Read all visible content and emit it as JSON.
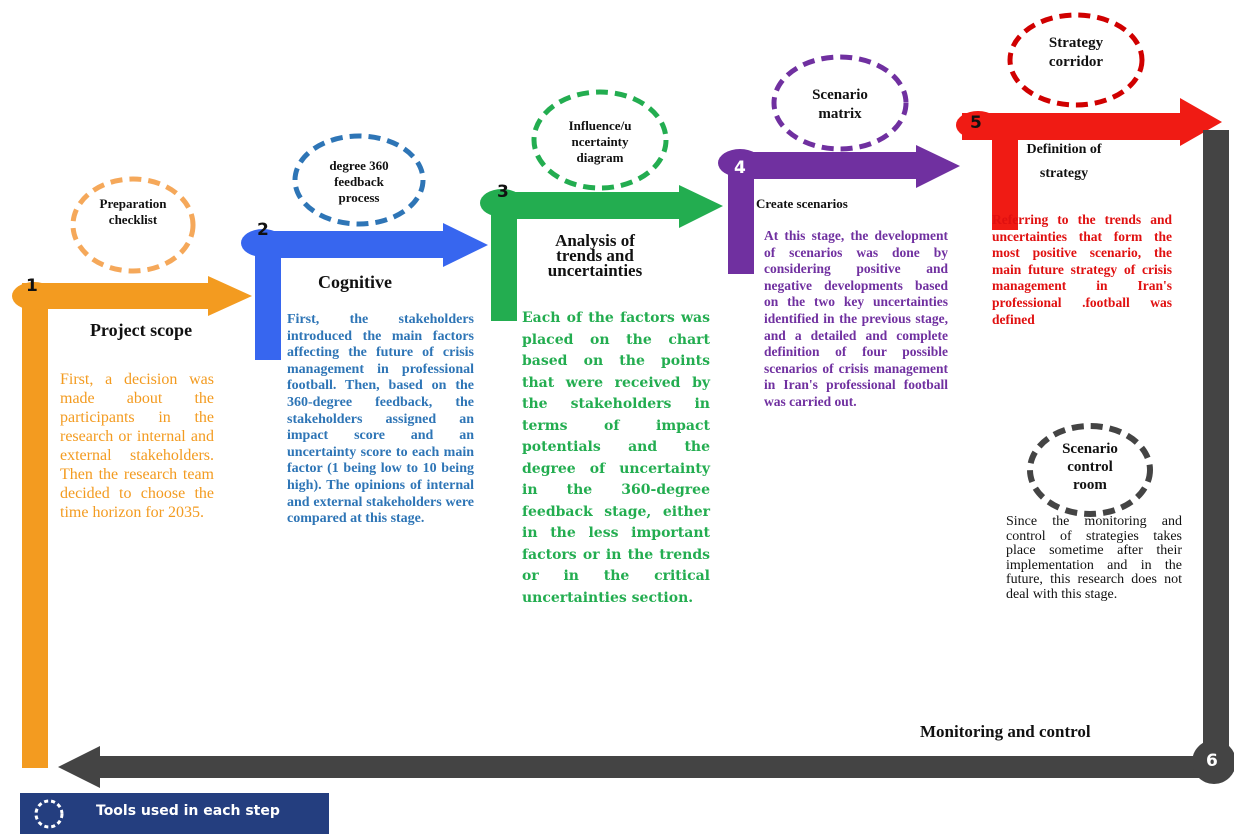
{
  "steps": [
    {
      "number": "1",
      "title": "Project scope",
      "tool": "Preparation\nchecklist",
      "color": "#f39b20",
      "text": "First, a decision was made about the participants in the research or internal and external stakeholders. Then the research team decided to choose the time horizon for 2035."
    },
    {
      "number": "2",
      "title": "Cognitive",
      "tool": "degree 360\nfeedback\nprocess",
      "color": "#3766ef",
      "text": "First, the stakeholders introduced the main factors affecting the future of crisis management in professional football. Then, based on the 360-degree feedback, the stakeholders assigned an impact score and an uncertainty score to each main factor (1 being low to 10 being high). The opinions of internal and external stakeholders were compared at this stage."
    },
    {
      "number": "3",
      "title": "Analysis of\ntrends and\nuncertainties",
      "tool": "Influence/u\nncertainty\ndiagram",
      "color": "#23ad50",
      "text": "Each of the factors was placed on the chart based on the points that were received by the stakeholders in terms of impact potentials and the degree of uncertainty in the 360-degree feedback stage, either in the less important factors or in the trends or in the critical uncertainties section."
    },
    {
      "number": "4",
      "title": "Create scenarios",
      "tool": "Scenario\nmatrix",
      "color": "#7030a0",
      "text": "At this stage, the development of scenarios was done by considering positive and negative developments based on the two key uncertainties identified in the previous stage, and a detailed and complete definition of four possible scenarios of crisis management in Iran's professional football was carried out."
    },
    {
      "number": "5",
      "title": "Definition of\nstrategy",
      "tool": "Strategy\ncorridor",
      "color": "#f01b14",
      "text": "Referring to the trends and uncertainties that form the most positive scenario, the main future strategy of crisis management in Iran's professional .football was defined"
    },
    {
      "number": "6",
      "title": "Monitoring and control",
      "tool": "Scenario\ncontrol\nroom",
      "color": "#444444",
      "text": "Since the monitoring and control of strategies takes place sometime after their implementation and in the future, this research does not deal with this stage."
    }
  ],
  "legend": {
    "label": "Tools used in each step",
    "color": "#243e7f"
  }
}
